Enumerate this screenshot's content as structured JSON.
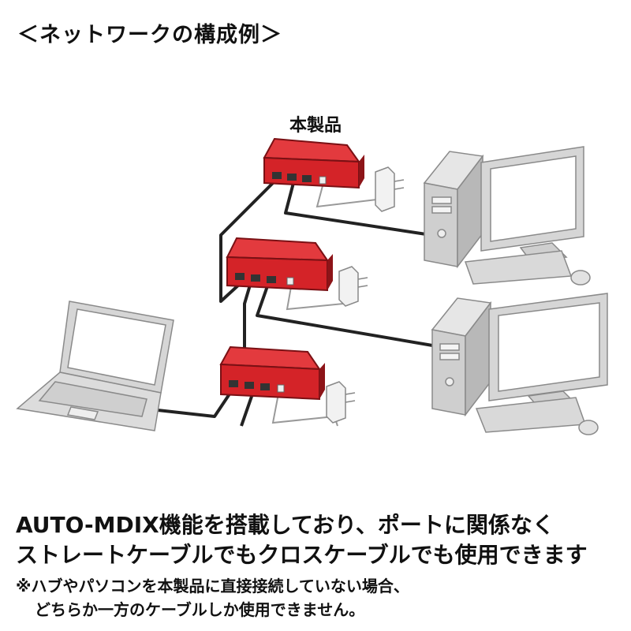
{
  "title": "＜ネットワークの構成例＞",
  "product_label": "本製品",
  "caption": {
    "line1": "AUTO-MDIX機能を搭載しており、ポートに関係なく",
    "line2": "ストレートケーブルでもクロスケーブルでも使用できます",
    "note1": "※ハブやパソコンを本製品に直接接続していない場合、",
    "note2": "どちらか一方のケーブルしか使用できません。"
  },
  "colors": {
    "hub_red": "#d42328",
    "hub_dark": "#8d1418",
    "device_gray": "#cfcfcf",
    "device_outline": "#8a8a8a",
    "cable": "#222222",
    "adapter": "#f2f2f2"
  }
}
